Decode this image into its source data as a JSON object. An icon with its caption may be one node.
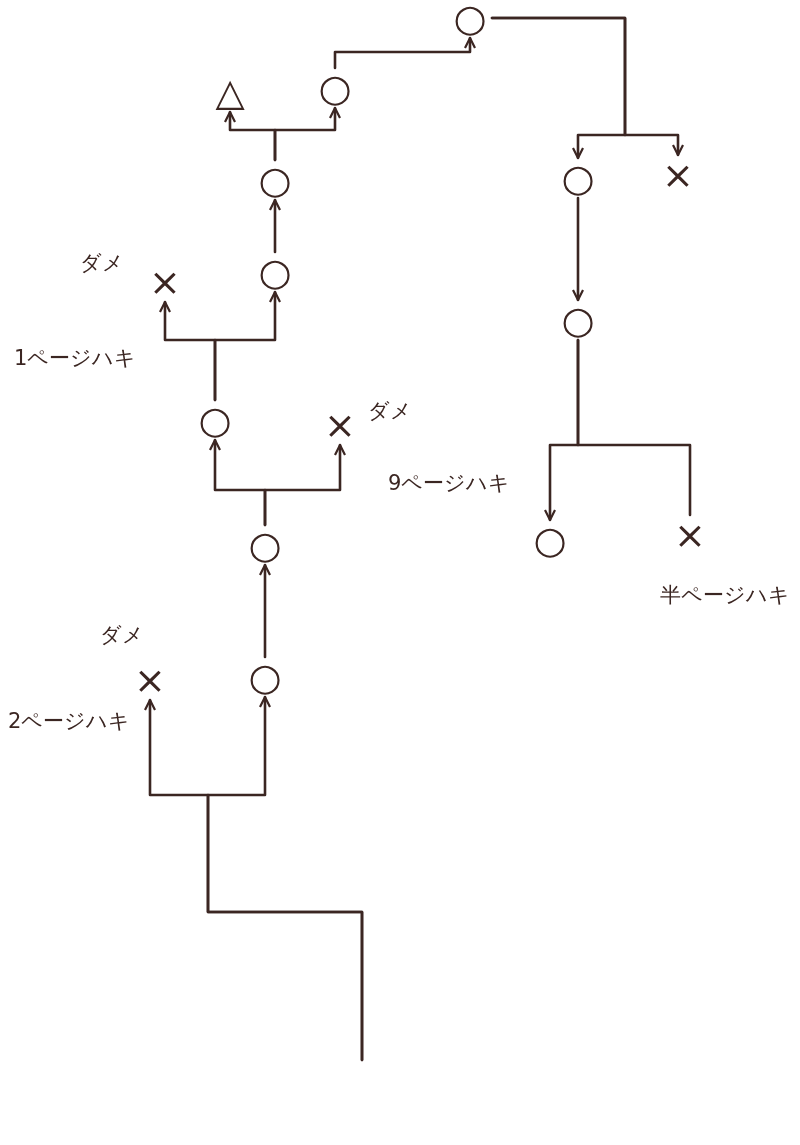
{
  "diagram": {
    "nodes": [
      {
        "text": [
          "○"
        ]
      },
      {
        "text": [
          "△"
        ]
      },
      {
        "text": [
          "○"
        ]
      },
      {
        "text": [
          "○"
        ]
      },
      {
        "text": [
          "○"
        ]
      },
      {
        "text": [
          "×"
        ]
      },
      {
        "text": [
          "×"
        ],
        "beside": [
          "ダメ",
          "1ページハキ"
        ]
      },
      {
        "text": [
          "○"
        ]
      },
      {
        "text": [
          "○"
        ]
      },
      {
        "text": [
          "○"
        ]
      },
      {
        "text": [
          "×"
        ],
        "beside": [
          "ダメ",
          "9ページハキ"
        ]
      },
      {
        "text": [
          "○"
        ]
      },
      {
        "text": [
          "×"
        ],
        "beside": [
          "半ページハキ"
        ]
      },
      {
        "text": [
          "○"
        ]
      },
      {
        "text": [
          "×"
        ],
        "beside": [
          "ダメ",
          "2ページハキ"
        ]
      },
      {
        "text": [
          "○"
        ]
      }
    ],
    "edges": [
      {
        "from": null,
        "to": 14,
        "arrow": "to"
      },
      {
        "from": null,
        "to": 15,
        "arrow": "to"
      },
      {
        "from": 15,
        "to": 13,
        "arrow": "to"
      },
      {
        "from": 13,
        "to": 9,
        "arrow": "to"
      },
      {
        "from": 13,
        "to": 10,
        "arrow": "to"
      },
      {
        "from": 9,
        "to": 6,
        "arrow": "to"
      },
      {
        "from": 9,
        "to": 7,
        "arrow": "to"
      },
      {
        "from": 7,
        "to": 3,
        "arrow": "to"
      },
      {
        "from": 3,
        "to": 1,
        "arrow": "to"
      },
      {
        "from": 3,
        "to": 2,
        "arrow": "to"
      },
      {
        "from": 2,
        "to": 0,
        "arrow": "to"
      },
      {
        "from": 0,
        "to": 4,
        "arrow": "to"
      },
      {
        "from": 0,
        "to": 5,
        "arrow": "to"
      },
      {
        "from": 4,
        "to": 8,
        "arrow": "to"
      },
      {
        "from": 8,
        "to": 11,
        "arrow": "to"
      },
      {
        "from": 8,
        "to": 12,
        "arrow": "none"
      }
    ]
  }
}
